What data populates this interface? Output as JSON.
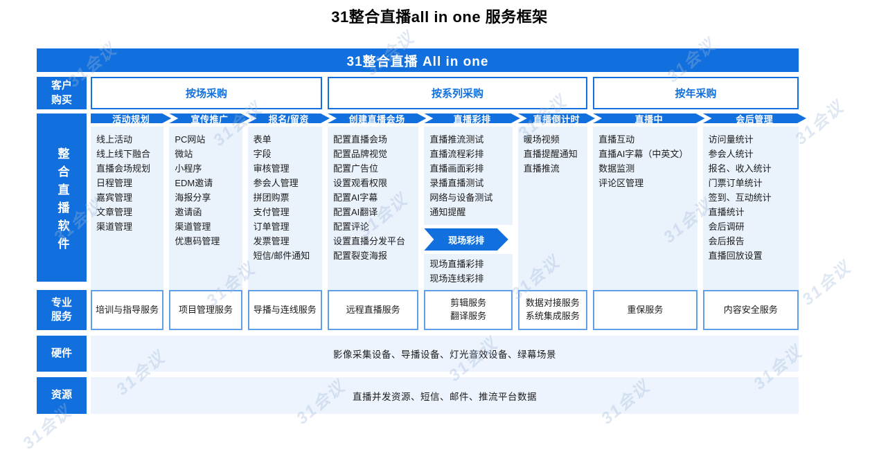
{
  "page_title": "31整合直播all in one 服务框架",
  "banner_title": "31整合直播 All in one",
  "watermark_text": "31会议",
  "colors": {
    "brand_blue": "#1170DD",
    "light_card": "#EAF2FC",
    "light_bar": "#EDF4FD",
    "service_border": "#5F9FE8"
  },
  "purchase": {
    "label": [
      "客户",
      "购买"
    ],
    "options": [
      "按场采购",
      "按系列采购",
      "按年采购"
    ]
  },
  "software_label": "整合直播软件",
  "stages": [
    {
      "name": "活动规划",
      "items": [
        "线上活动",
        "线上线下融合",
        "直播会场规划",
        "日程管理",
        "嘉宾管理",
        "文章管理",
        "渠道管理"
      ]
    },
    {
      "name": "宣传推广",
      "items": [
        "PC网站",
        "微站",
        "小程序",
        "EDM邀请",
        "海报分享",
        "邀请函",
        "渠道管理",
        "优惠码管理"
      ]
    },
    {
      "name": "报名/留资",
      "items": [
        "表单",
        "字段",
        "审核管理",
        "参会人管理",
        "拼团购票",
        "支付管理",
        "订单管理",
        "发票管理",
        "短信/邮件通知"
      ]
    },
    {
      "name": "创建直播会场",
      "items": [
        "配置直播会场",
        "配置品牌视觉",
        "配置广告位",
        "设置观看权限",
        "配置AI字幕",
        "配置AI翻译",
        "配置评论",
        "设置直播分发平台",
        "配置裂变海报"
      ]
    },
    {
      "name": "直播彩排",
      "items": [
        "直播推流测试",
        "直播流程彩排",
        "直播画面彩排",
        "录播直播测试",
        "网络与设备测试",
        "通知提醒"
      ],
      "sub_arrow": "现场彩排",
      "sub_items": [
        "现场直播彩排",
        "现场连线彩排"
      ]
    },
    {
      "name": "直播倒计时",
      "items": [
        "暖场视频",
        "直播提醒通知",
        "直播推流"
      ]
    },
    {
      "name": "直播中",
      "items": [
        "直播互动",
        "直播AI字幕（中英文）",
        "数据监测",
        "评论区管理"
      ]
    },
    {
      "name": "会后管理",
      "items": [
        "访问量统计",
        "参会人统计",
        "报名、收入统计",
        "门票订单统计",
        "签到、互动统计",
        "直播统计",
        "会后调研",
        "会后报告",
        "直播回放设置"
      ]
    }
  ],
  "services": {
    "label": [
      "专业",
      "服务"
    ],
    "boxes": [
      [
        "培训与指导服务"
      ],
      [
        "项目管理服务"
      ],
      [
        "导播与连线服务"
      ],
      [
        "远程直播服务"
      ],
      [
        "剪辑服务",
        "翻译服务"
      ],
      [
        "数据对接服务",
        "系统集成服务"
      ],
      [
        "重保服务"
      ],
      [
        "内容安全服务"
      ]
    ]
  },
  "hardware": {
    "label": "硬件",
    "text": "影像采集设备、导播设备、灯光音效设备、绿幕场景"
  },
  "resources": {
    "label": "资源",
    "text": "直播并发资源、短信、邮件、推流平台数据"
  }
}
